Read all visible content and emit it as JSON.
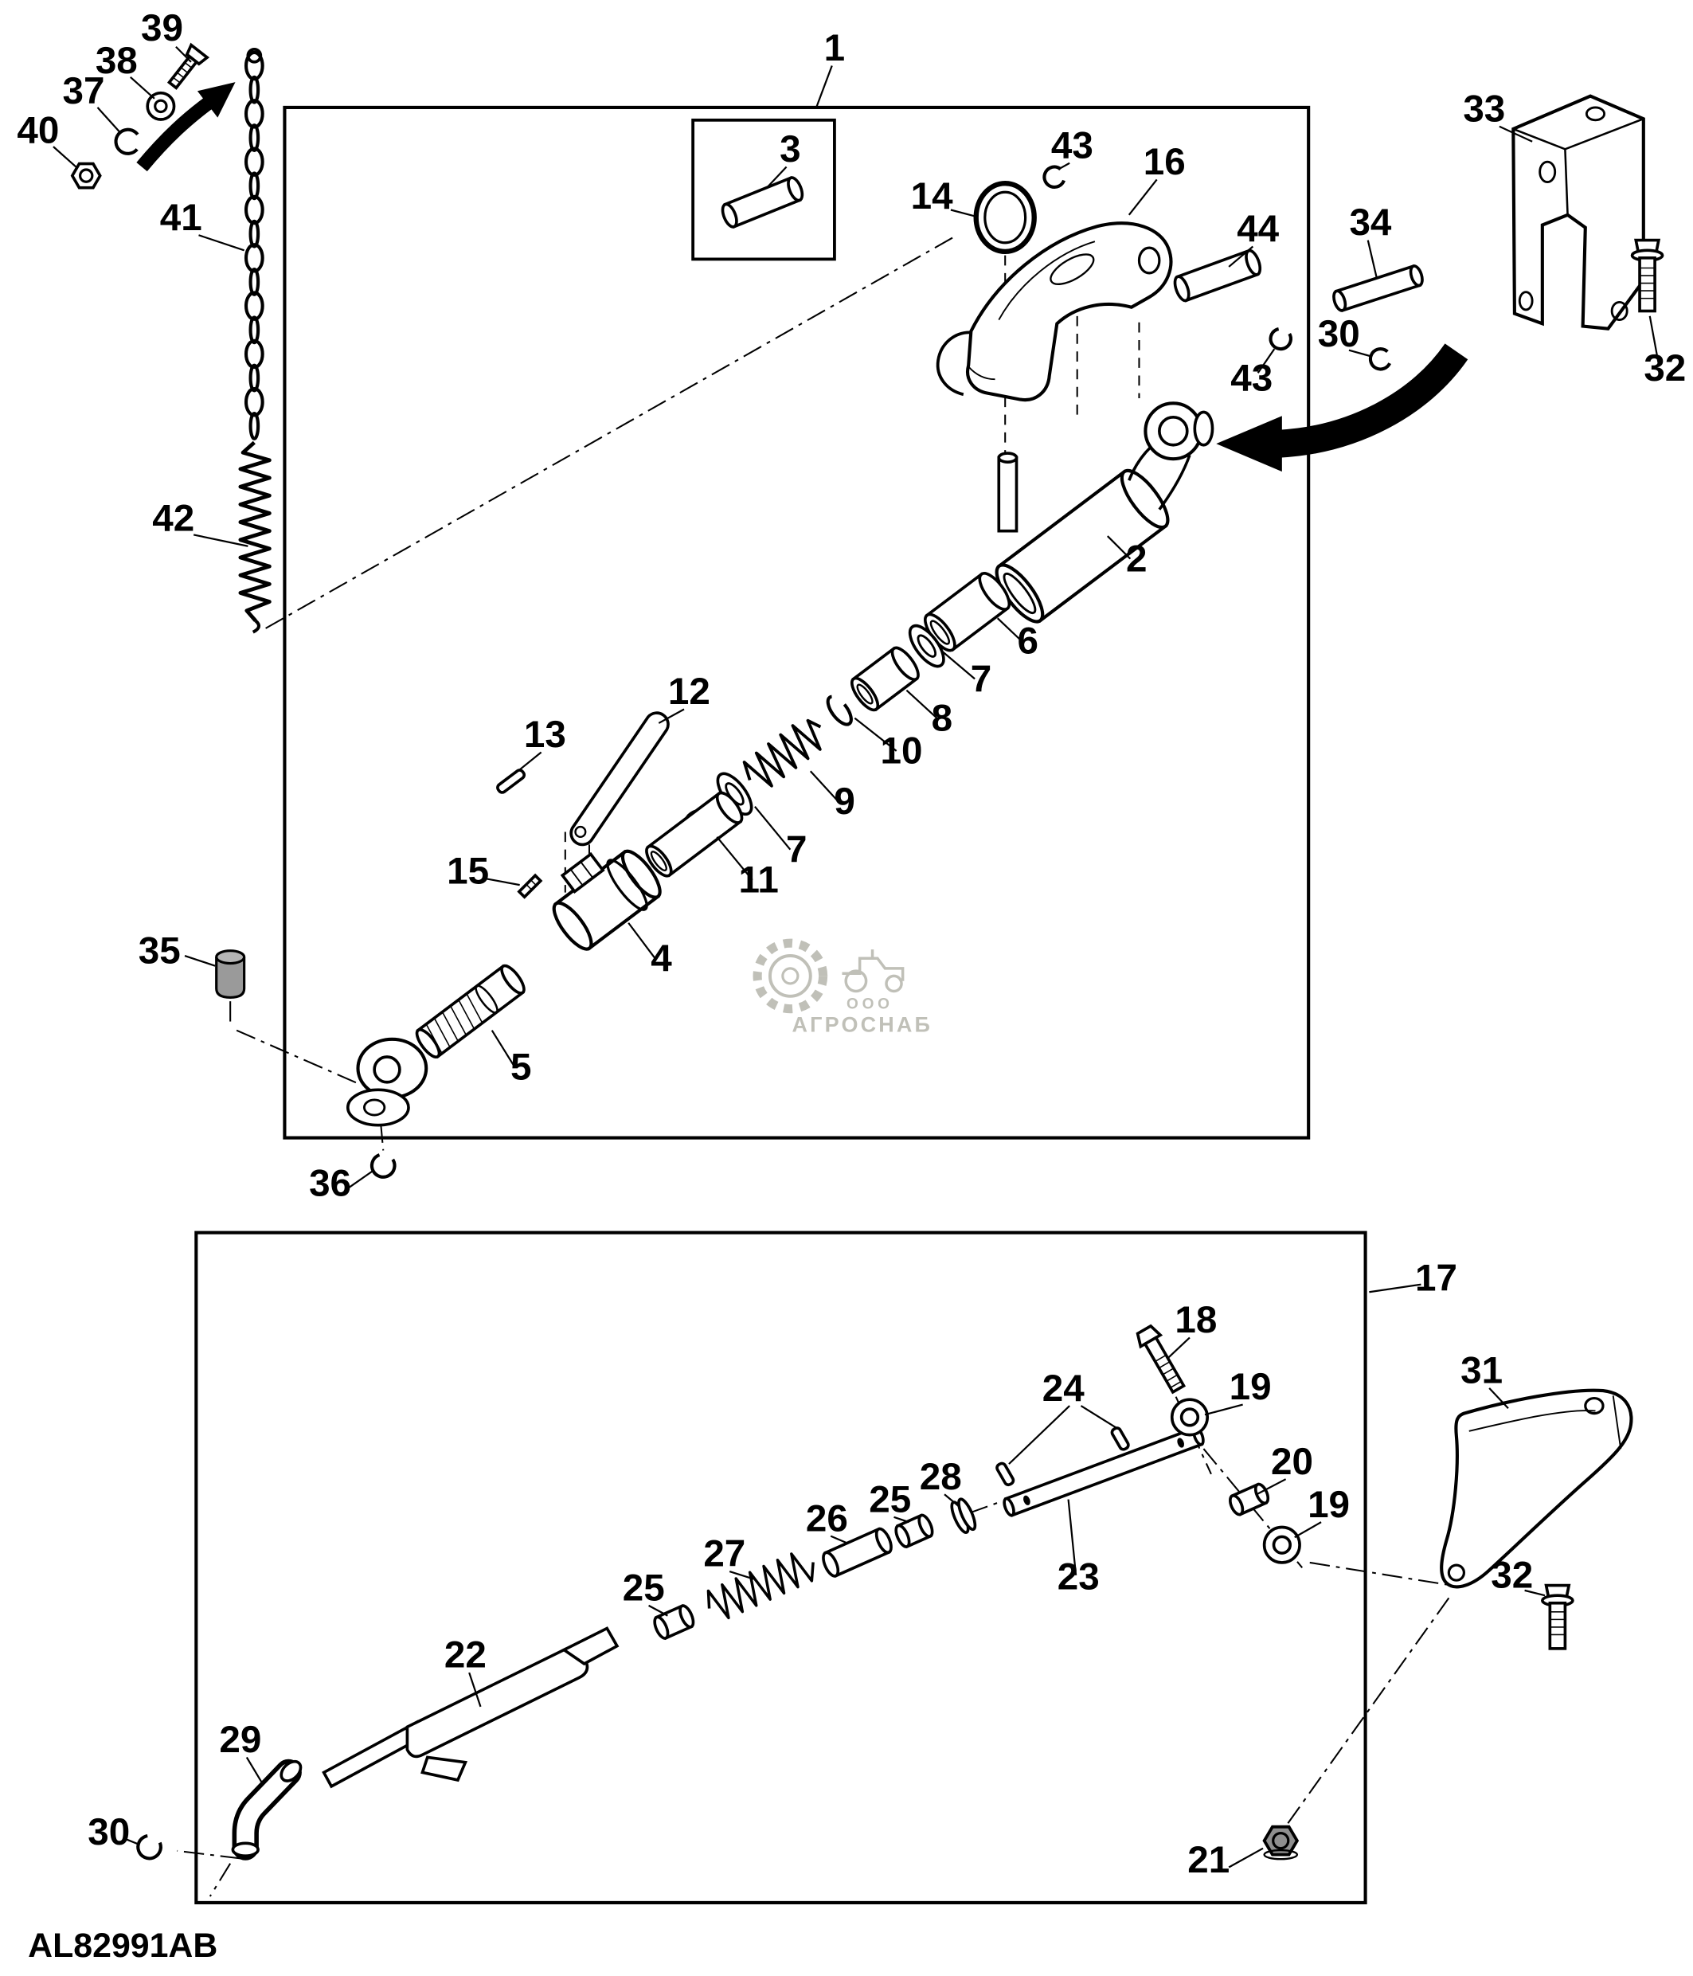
{
  "page": {
    "drawing_code": "AL82991AB",
    "watermark": {
      "prefix": "ООО",
      "name": "АГРОСНАБ"
    },
    "callouts": [
      {
        "label": "39"
      },
      {
        "label": "38"
      },
      {
        "label": "37"
      },
      {
        "label": "40"
      },
      {
        "label": "41"
      },
      {
        "label": "42"
      },
      {
        "label": "1"
      },
      {
        "label": "3"
      },
      {
        "label": "14"
      },
      {
        "label": "43"
      },
      {
        "label": "16"
      },
      {
        "label": "44"
      },
      {
        "label": "34"
      },
      {
        "label": "30"
      },
      {
        "label": "43"
      },
      {
        "label": "33"
      },
      {
        "label": "32"
      },
      {
        "label": "2"
      },
      {
        "label": "6"
      },
      {
        "label": "7"
      },
      {
        "label": "8"
      },
      {
        "label": "10"
      },
      {
        "label": "9"
      },
      {
        "label": "7"
      },
      {
        "label": "11"
      },
      {
        "label": "12"
      },
      {
        "label": "13"
      },
      {
        "label": "15"
      },
      {
        "label": "4"
      },
      {
        "label": "5"
      },
      {
        "label": "35"
      },
      {
        "label": "36"
      },
      {
        "label": "17"
      },
      {
        "label": "18"
      },
      {
        "label": "19"
      },
      {
        "label": "24"
      },
      {
        "label": "20"
      },
      {
        "label": "19"
      },
      {
        "label": "23"
      },
      {
        "label": "28"
      },
      {
        "label": "25"
      },
      {
        "label": "26"
      },
      {
        "label": "27"
      },
      {
        "label": "25"
      },
      {
        "label": "22"
      },
      {
        "label": "29"
      },
      {
        "label": "30"
      },
      {
        "label": "31"
      },
      {
        "label": "32"
      },
      {
        "label": "21"
      }
    ]
  }
}
